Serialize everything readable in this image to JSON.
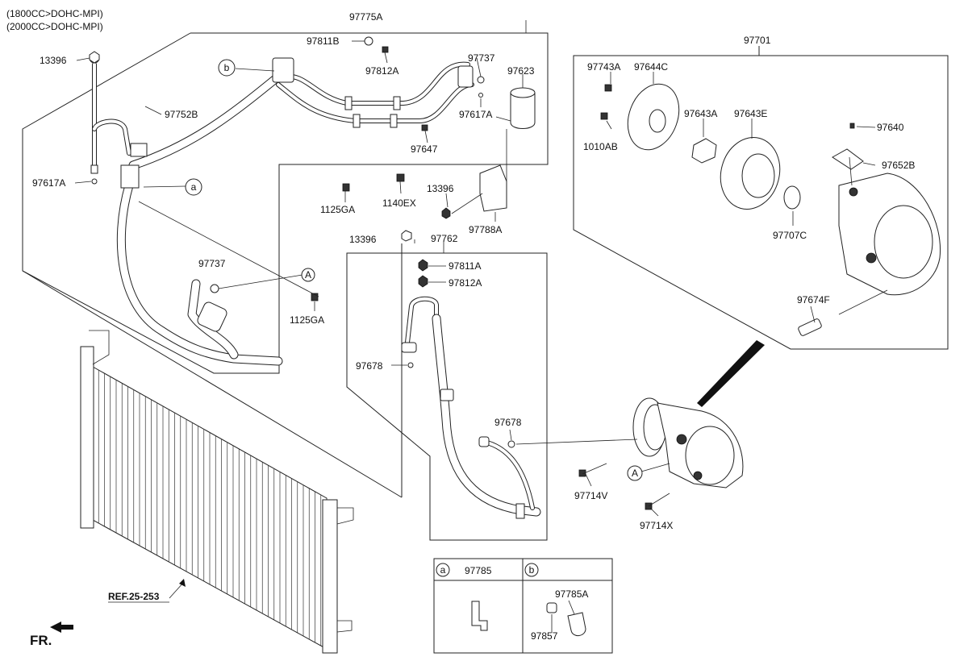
{
  "engine_notes": [
    "(1800CC>DOHC-MPI)",
    "(2000CC>DOHC-MPI)"
  ],
  "part_labels": {
    "p13396_tl": "13396",
    "p97617A_l": "97617A",
    "p97752B": "97752B",
    "p97775A": "97775A",
    "p97811B": "97811B",
    "p97812A_t": "97812A",
    "p97737_t": "97737",
    "p97623": "97623",
    "p97617A_m": "97617A",
    "p97647": "97647",
    "p1125GA_t": "1125GA",
    "p1140EX": "1140EX",
    "p13396_m": "13396",
    "p97788A": "97788A",
    "p97737_m": "97737",
    "p1125GA_m": "1125GA",
    "p13396_c": "13396",
    "p97762": "97762",
    "p97811A": "97811A",
    "p97812A_c": "97812A",
    "p97678_c": "97678",
    "p97678_r": "97678",
    "p97701": "97701",
    "p97743A": "97743A",
    "p97644C": "97644C",
    "p1010AB": "1010AB",
    "p97643A": "97643A",
    "p97643E": "97643E",
    "p97640": "97640",
    "p97652B": "97652B",
    "p97707C": "97707C",
    "p97674F": "97674F",
    "p97714V": "97714V",
    "p97714X": "97714X"
  },
  "callouts": {
    "a": "a",
    "b": "b",
    "A": "A"
  },
  "inset_table": {
    "col_a_key": "a",
    "col_a_part": "97785",
    "col_b_key": "b",
    "col_b_part_1": "97785A",
    "col_b_part_2": "97857"
  },
  "reference": "REF.25-253",
  "direction": "FR."
}
